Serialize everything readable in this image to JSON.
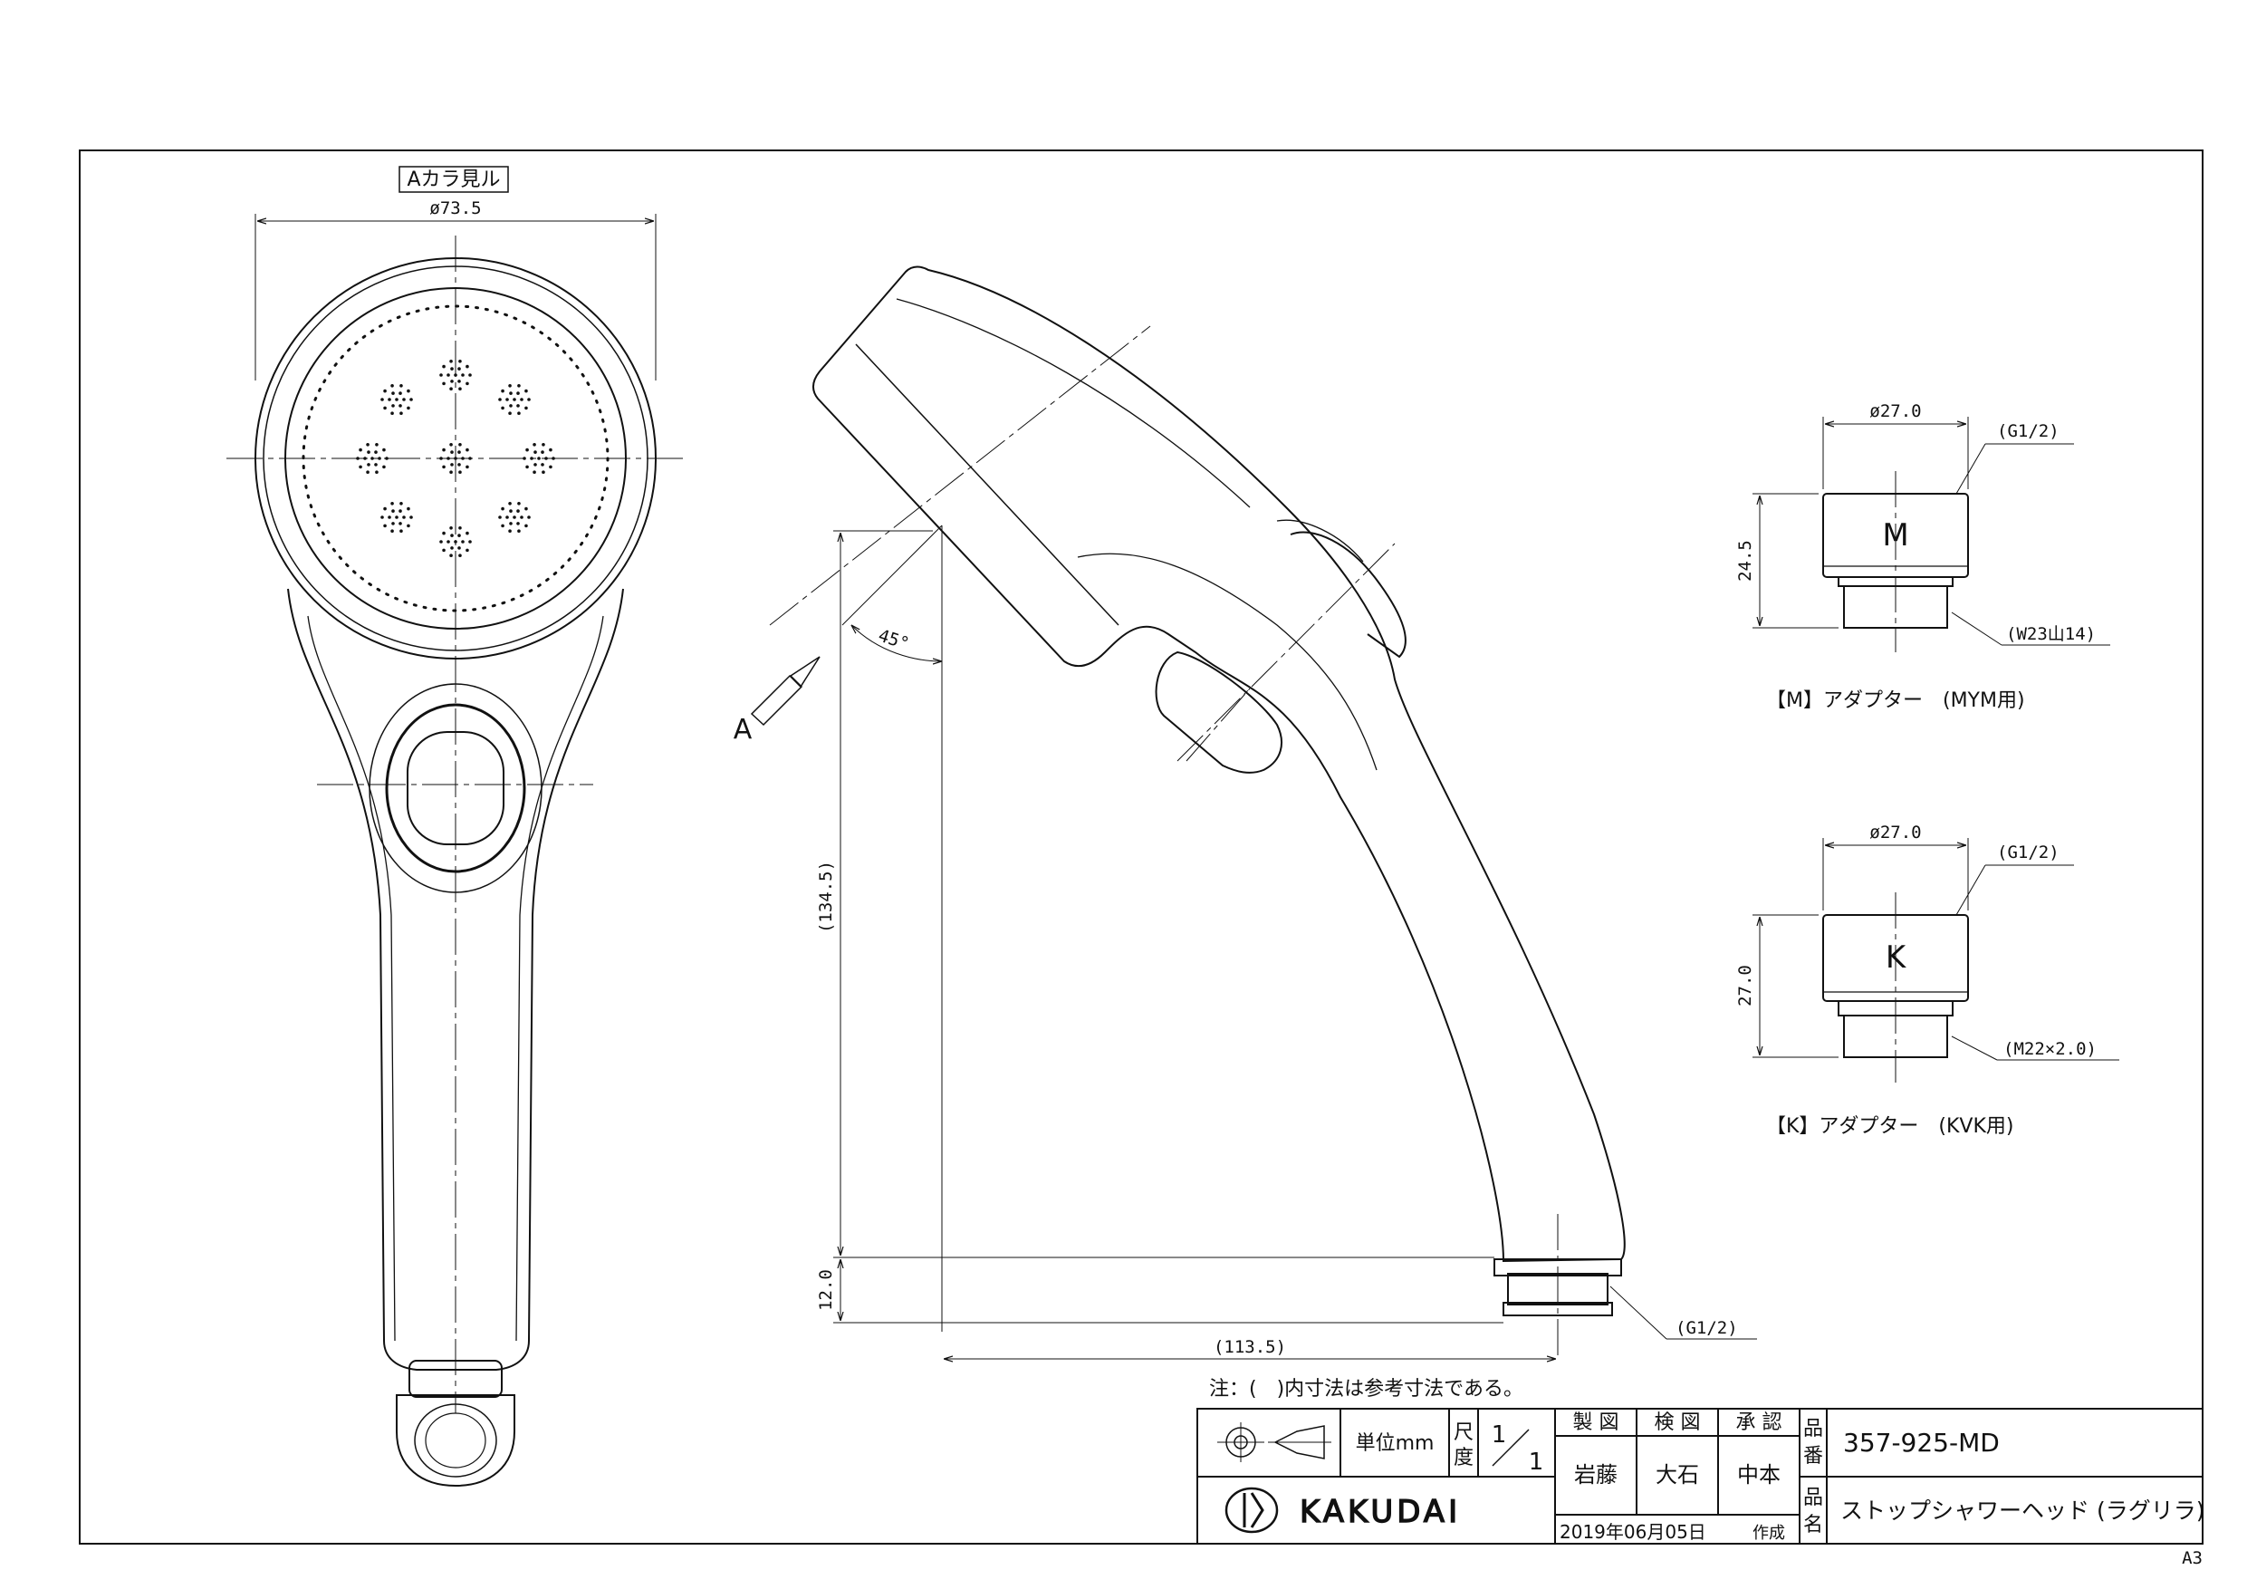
{
  "view_label": "Aカラ見ル",
  "dimensions": {
    "head_diameter": "ø73.5",
    "overall_height": "(134.5)",
    "outlet_height": "12.0",
    "overall_depth": "(113.5)",
    "outlet_thread": "(G1/2)",
    "tilt_angle": "45°",
    "view_arrow": "A"
  },
  "adapter_m": {
    "letter": "M",
    "diameter": "ø27.0",
    "height": "24.5",
    "thread_top": "(G1/2)",
    "thread_bottom": "(W23山14)",
    "caption": "【M】アダプター　(MYM用)"
  },
  "adapter_k": {
    "letter": "K",
    "diameter": "ø27.0",
    "height": "27.0",
    "thread_top": "(G1/2)",
    "thread_bottom": "(M22×2.0)",
    "caption": "【K】アダプター　(KVK用)"
  },
  "note": "注：(　)内寸法は参考寸法である。",
  "title_block": {
    "unit_label": "単位mm",
    "scale_label_1": "尺",
    "scale_label_2": "度",
    "scale_num": "1",
    "scale_den": "1",
    "made_label": "製 図",
    "check_label": "検 図",
    "approve_label": "承 認",
    "made_by": "岩藤",
    "checked_by": "大石",
    "approved_by": "中本",
    "part_no_label_1": "品",
    "part_no_label_2": "番",
    "part_no": "357-925-MD",
    "name_label_1": "品",
    "name_label_2": "名",
    "product_name": "ストップシャワーヘッド (ラグリラ)",
    "company": "KAKUDAI",
    "date": "2019年06月05日",
    "date_suffix": "作成"
  },
  "sheet_size": "A3"
}
